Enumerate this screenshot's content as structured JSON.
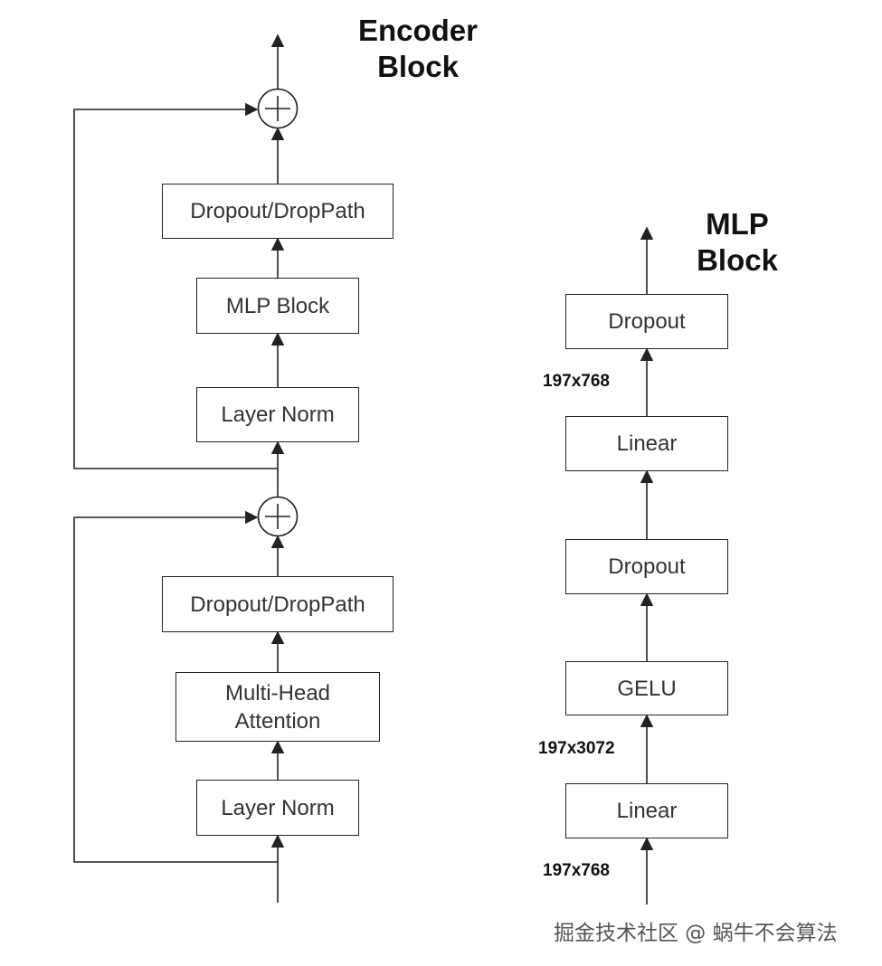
{
  "encoder": {
    "title_line1": "Encoder",
    "title_line2": "Block",
    "top_dropout": "Dropout/DropPath",
    "mlp_block": "MLP Block",
    "top_layer_norm": "Layer Norm",
    "bottom_dropout": "Dropout/DropPath",
    "attention_line1": "Multi-Head",
    "attention_line2": "Attention",
    "bottom_layer_norm": "Layer Norm"
  },
  "mlp": {
    "title_line1": "MLP",
    "title_line2": "Block",
    "output_dropout": "Dropout",
    "linear_2": "Linear",
    "middle_dropout": "Dropout",
    "gelu": "GELU",
    "linear_1": "Linear",
    "dim_output": "197x768",
    "dim_hidden": "197x3072",
    "dim_input": "197x768"
  },
  "watermark": "掘金技术社区 @ 蜗牛不会算法",
  "colors": {
    "stroke": "#222222",
    "text": "#333333"
  }
}
